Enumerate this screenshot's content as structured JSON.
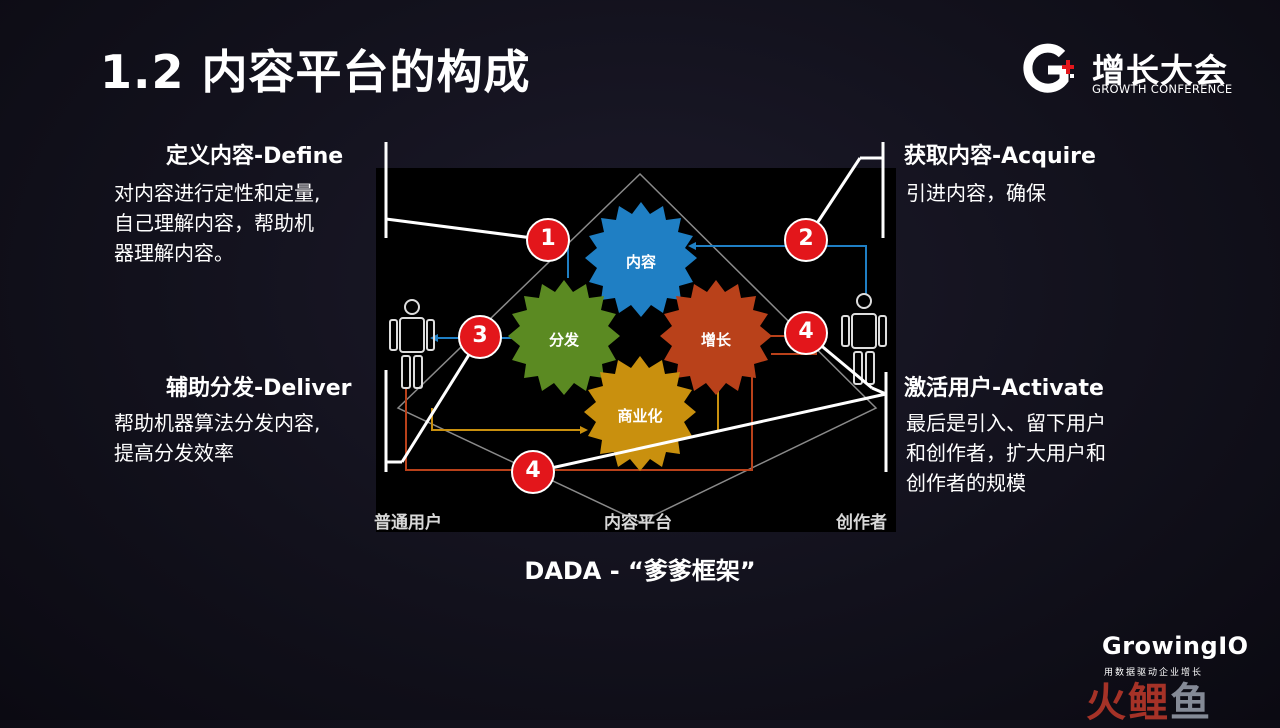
{
  "title": "1.2 内容平台的构成",
  "logo": {
    "cn": "增长大会",
    "en": "GROWTH CONFERENCE"
  },
  "panels": {
    "define": {
      "heading": "定义内容-Define",
      "body": "对内容进行定性和定量,\n自己理解内容，帮助机\n器理解内容。"
    },
    "acquire": {
      "heading": "获取内容-Acquire",
      "body": "引进内容，确保"
    },
    "deliver": {
      "heading": "辅助分发-Deliver",
      "body": "帮助机器算法分发内容,\n提高分发效率"
    },
    "activate": {
      "heading": "激活用户-Activate",
      "body": "最后是引入、留下用户\n和创作者，扩大用户和\n创作者的规模"
    }
  },
  "diagram": {
    "gears": {
      "content": "内容",
      "distribute": "分发",
      "growth": "增长",
      "commercial": "商业化"
    },
    "markers": [
      "1",
      "2",
      "3",
      "4",
      "4"
    ],
    "labels": {
      "users": "普通用户",
      "platform": "内容平台",
      "creators": "创作者"
    },
    "colors": {
      "content": "#1f7fc4",
      "distribute": "#5b8a22",
      "growth": "#b9411a",
      "commercial": "#c9900e",
      "marker": "#e3161b"
    }
  },
  "caption": "DADA - “爹爹框架”",
  "brand": {
    "name": "GrowingIO",
    "tagline": "用数据驱动企业增长"
  },
  "watermark": {
    "part1": "火鲤",
    "part2": "鱼"
  }
}
